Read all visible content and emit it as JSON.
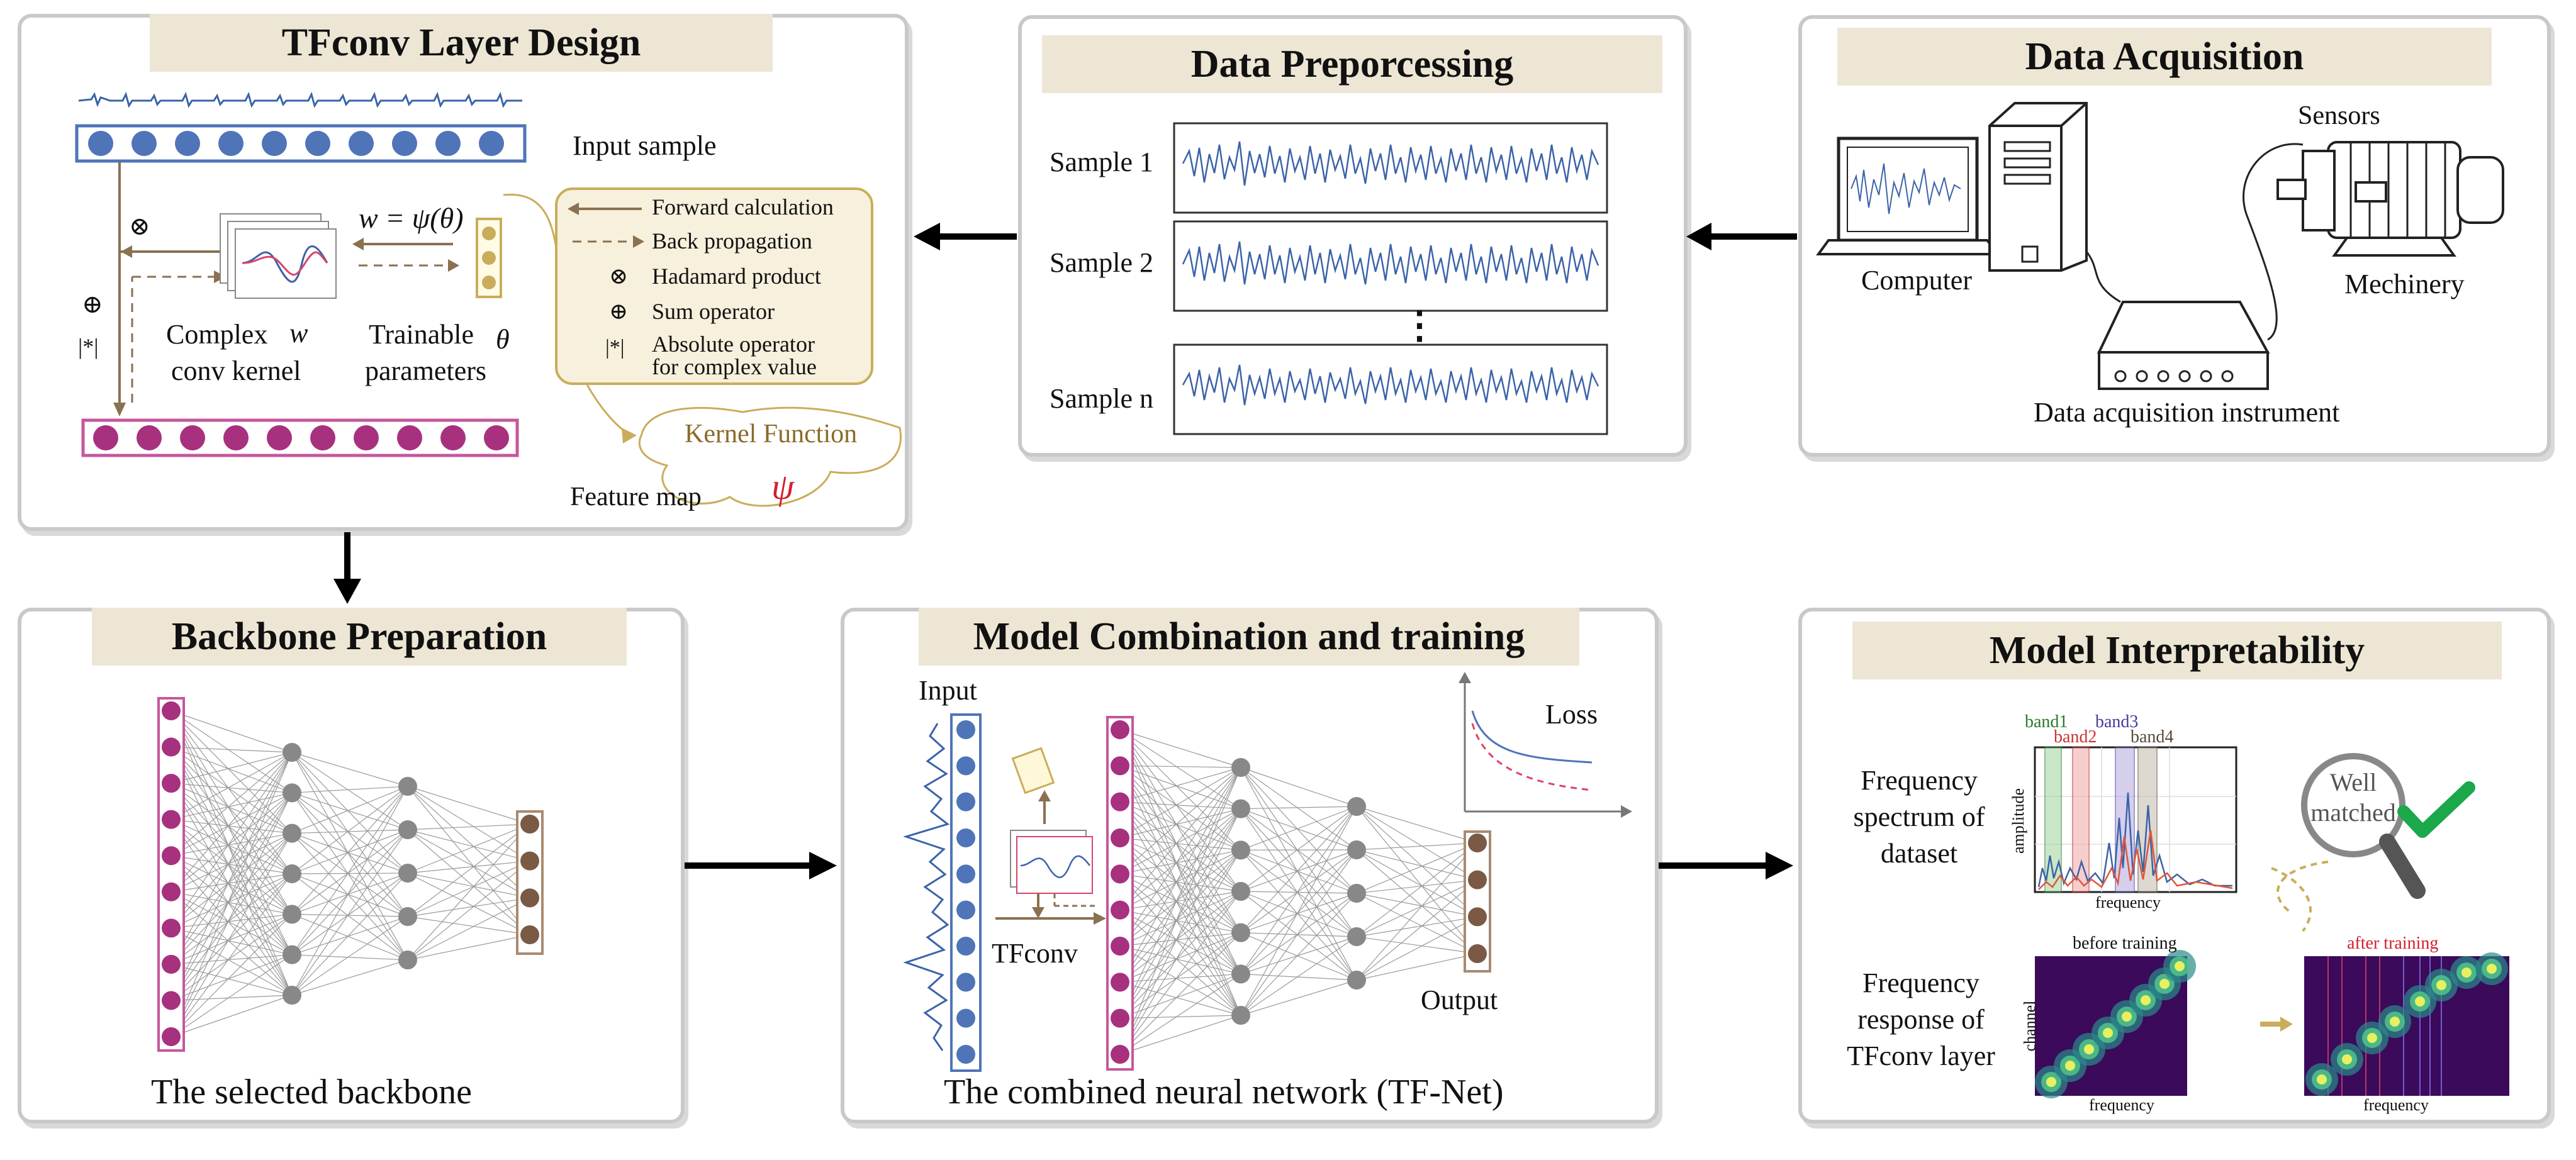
{
  "tfconv": {
    "title": "TFconv Layer Design",
    "input_sample": "Input sample",
    "w_formula": "w = ψ(θ)",
    "complex_label_line1": "Complex",
    "complex_label_line2": "conv kernel",
    "w_symbol": "w",
    "trainable_line1": "Trainable",
    "trainable_line2": "parameters",
    "theta_symbol": "θ",
    "feature_map": "Feature map",
    "kernel_function": "Kernel Function",
    "psi_symbol": "ψ",
    "otimes": "⊗",
    "oplus": "⊕",
    "abs_symbol": "|*|",
    "legend": {
      "forward": "Forward calculation",
      "back": "Back propagation",
      "hadamard": "Hadamard product",
      "sum": "Sum operator",
      "abs_line1": "Absolute operator",
      "abs_line2": "for complex value",
      "hadamard_symbol": "⊗",
      "sum_symbol": "⊕",
      "abs_symbol": "|*|"
    }
  },
  "preprocess": {
    "title": "Data Preporcessing",
    "samples": [
      "Sample 1",
      "Sample 2",
      "Sample n"
    ],
    "dots": "⋮"
  },
  "acquisition": {
    "title": "Data Acquisition",
    "sensors": "Sensors",
    "computer": "Computer",
    "machinery": "Mechinery",
    "instrument": "Data acquisition instrument"
  },
  "backbone": {
    "title": "Backbone Preparation",
    "caption": "The selected backbone"
  },
  "combination": {
    "title": "Model Combination and training",
    "input": "Input",
    "tfconv": "TFconv",
    "output": "Output",
    "loss": "Loss",
    "caption": "The combined neural network (TF-Net)"
  },
  "interpret": {
    "title": "Model Interpretability",
    "spectrum_label": "Frequency spectrum of dataset",
    "response_label": "Frequency response of TFconv layer",
    "bands": [
      "band1",
      "band2",
      "band3",
      "band4"
    ],
    "amplitude": "amplitude",
    "frequency": "frequency",
    "channel": "channel",
    "before": "before training",
    "after": "after training",
    "well_matched_line1": "Well",
    "well_matched_line2": "matched"
  },
  "colors": {
    "blue_node": "#4f74b8",
    "magenta_node": "#a7317f",
    "gray_node": "#888888",
    "brown_node": "#7a5a44",
    "title_bg": "#ede6d4",
    "signal": "#3b63a8",
    "check": "#1aa84a",
    "arrow": "#000000",
    "brown_arrow": "#8a7150"
  }
}
